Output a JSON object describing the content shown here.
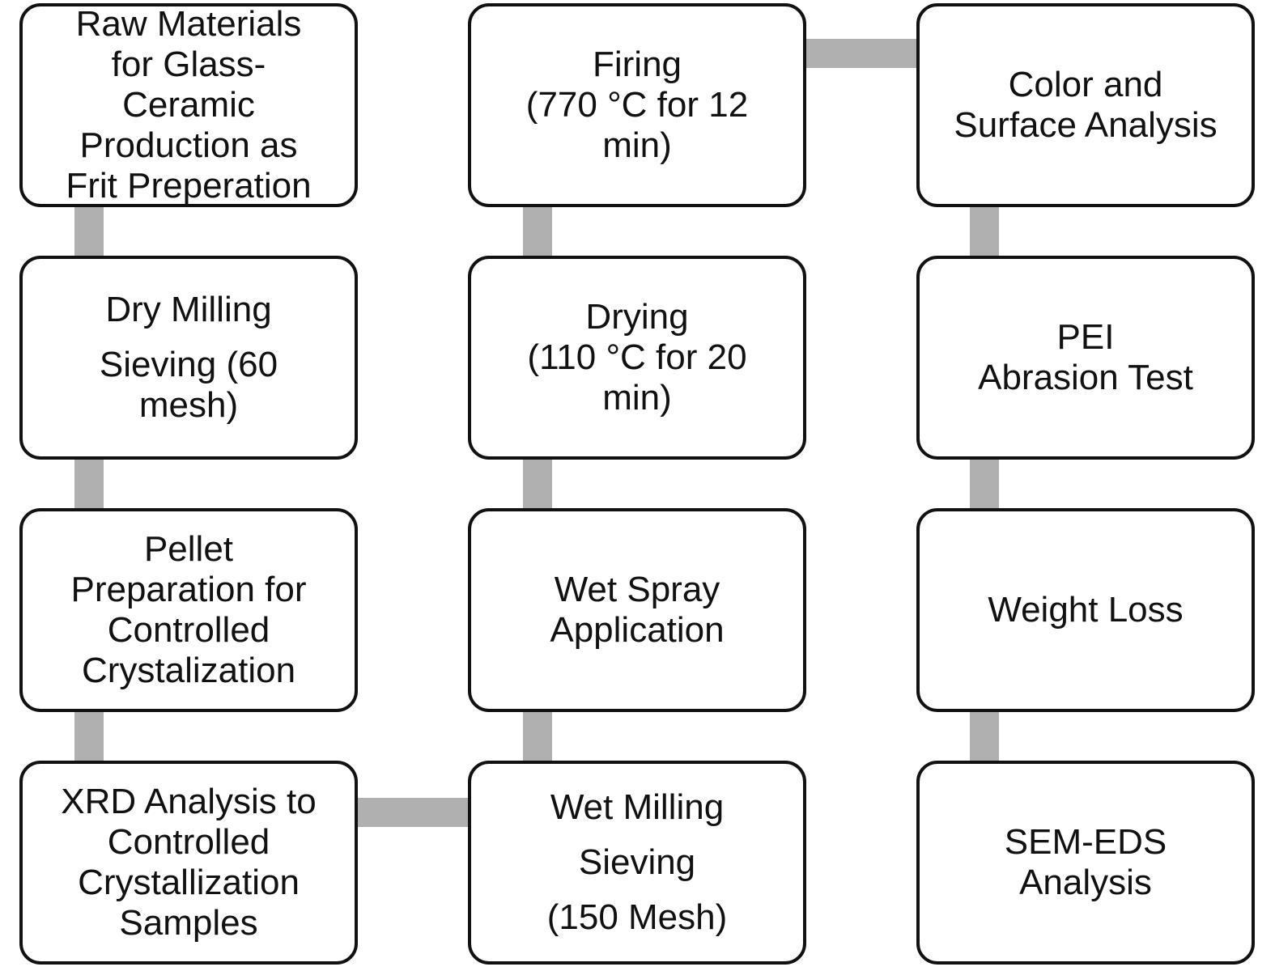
{
  "colors": {
    "connector": "#b0b0b0",
    "box_border": "#111111",
    "text": "#111111",
    "background": "#ffffff"
  },
  "boxes": {
    "raw_materials": [
      "Raw Materials",
      "for Glass-",
      "Ceramic",
      "Production as",
      "Frit Preperation"
    ],
    "dry_milling": [
      "Dry Milling",
      "Sieving (60",
      "mesh)"
    ],
    "pellet_preparation": [
      "Pellet",
      "Preparation for",
      "Controlled",
      "Crystalization"
    ],
    "xrd_analysis": [
      "XRD Analysis to",
      "Controlled",
      "Crystallization",
      "Samples"
    ],
    "wet_milling": [
      "Wet Milling",
      "Sieving",
      "(150 Mesh)"
    ],
    "wet_spray": [
      "Wet Spray",
      "Application"
    ],
    "drying": [
      "Drying",
      "(110 °C for 20",
      "min)"
    ],
    "firing": [
      "Firing",
      "(770 °C for 12",
      "min)"
    ],
    "color_surface": [
      "Color and",
      "Surface Analysis"
    ],
    "pei_abrasion": [
      "PEI",
      "Abrasion Test"
    ],
    "weight_loss": [
      "Weight Loss"
    ],
    "sem_eds": [
      "SEM-EDS",
      "Analysis"
    ]
  }
}
